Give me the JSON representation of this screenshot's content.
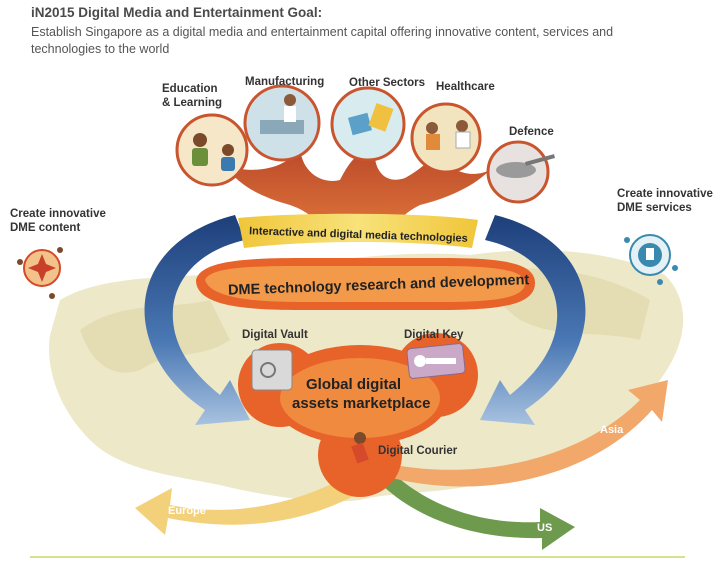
{
  "header": {
    "title": "iN2015 Digital Media and Entertainment Goal:",
    "subtitle": "Establish Singapore as a digital media and entertainment capital offering innovative content, services and technologies to the world"
  },
  "sectors": [
    {
      "line1": "Education",
      "line2": "& Learning"
    },
    {
      "line1": "Manufacturing",
      "line2": ""
    },
    {
      "line1": "Other Sectors",
      "line2": ""
    },
    {
      "line1": "Healthcare",
      "line2": ""
    },
    {
      "line1": "Defence",
      "line2": ""
    }
  ],
  "side_labels": {
    "content_line1": "Create innovative",
    "content_line2": "DME content",
    "services_line1": "Create innovative",
    "services_line2": "DME services"
  },
  "bands": {
    "interactive": "Interactive and digital media technologies",
    "research": "DME technology research and development"
  },
  "hub": {
    "vault": "Digital Vault",
    "key": "Digital Key",
    "courier": "Digital Courier",
    "center_line1": "Global digital",
    "center_line2": "assets marketplace"
  },
  "markets": {
    "europe": "Europe",
    "us": "US",
    "asia": "Asia"
  },
  "colors": {
    "orange": "#e8632a",
    "tree": "#c8552e",
    "blue_arrow": "#3f6fa8",
    "europe_arrow": "#f3d17a",
    "us_arrow": "#6e9a4e",
    "asia_arrow": "#f2a86b",
    "map": "#ece7c6",
    "band_yellow": "#f5d34a"
  }
}
